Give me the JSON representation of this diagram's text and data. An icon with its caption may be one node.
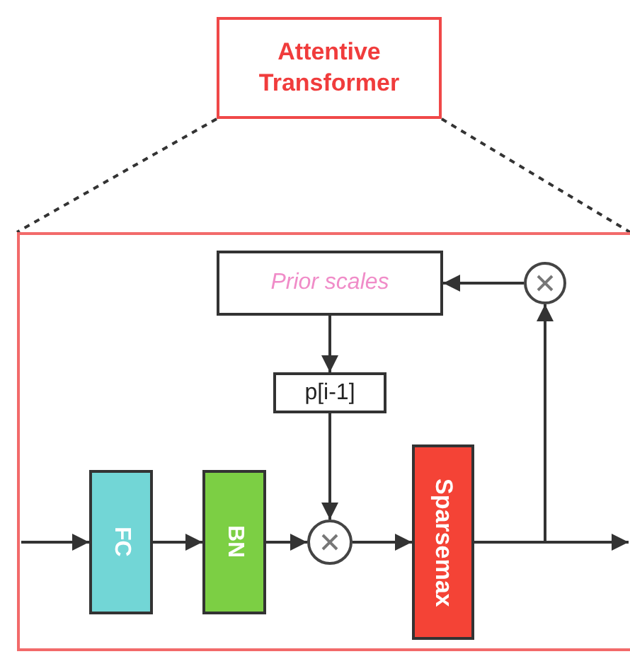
{
  "diagram": {
    "nodes": [
      {
        "text": [
          "Attentive Transformer"
        ]
      },
      {
        "text": [],
        "shape": "box"
      },
      {
        "text": [
          "Prior scales"
        ],
        "in": 1
      },
      {
        "text": [],
        "shape": "circle",
        "in": 1
      },
      {
        "text": [
          "p[i-1]"
        ],
        "in": 1
      },
      {
        "text": [
          "FC"
        ],
        "in": 1
      },
      {
        "text": [
          "BN"
        ],
        "in": 1
      },
      {
        "text": [],
        "shape": "circle",
        "in": 1
      },
      {
        "text": [
          "Sparsemax"
        ],
        "in": 1
      }
    ],
    "edges": [
      {
        "from": 0,
        "to": 1,
        "arrow": "none",
        "style": "dashed"
      },
      {
        "from": 0,
        "to": 1,
        "arrow": "none",
        "style": "dashed"
      },
      {
        "from": 3,
        "to": 2,
        "arrow": "to"
      },
      {
        "from": 2,
        "to": 4,
        "arrow": "to"
      },
      {
        "from": 4,
        "to": 7,
        "arrow": "to"
      },
      {
        "from": null,
        "to": 5,
        "arrow": "to"
      },
      {
        "from": 5,
        "to": 6,
        "arrow": "to"
      },
      {
        "from": 6,
        "to": 7,
        "arrow": "to"
      },
      {
        "from": 7,
        "to": 8,
        "arrow": "to"
      },
      {
        "from": 8,
        "to": null,
        "arrow": "to"
      },
      {
        "from": 8,
        "to": 3,
        "arrow": "to"
      }
    ]
  }
}
